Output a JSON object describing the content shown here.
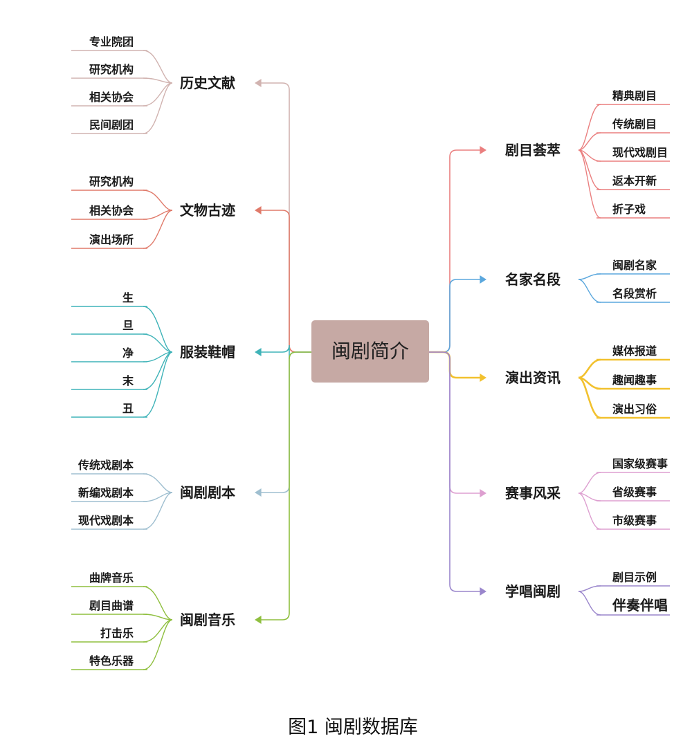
{
  "root": {
    "label": "闽剧简介",
    "color": "#c6a9a4"
  },
  "left_branches": [
    {
      "label": "历史文献",
      "color": "#d1b3b0",
      "items": [
        "专业院团",
        "研究机构",
        "相关协会",
        "民间剧团"
      ]
    },
    {
      "label": "文物古迹",
      "color": "#e07a6a",
      "items": [
        "研究机构",
        "相关协会",
        "演出场所"
      ]
    },
    {
      "label": "服装鞋帽",
      "color": "#3fb3b8",
      "items": [
        "生",
        "旦",
        "净",
        "末",
        "丑"
      ]
    },
    {
      "label": "闽剧剧本",
      "color": "#9fbfd0",
      "items": [
        "传统戏剧本",
        "新编戏剧本",
        "现代戏剧本"
      ]
    },
    {
      "label": "闽剧音乐",
      "color": "#8fbf3f",
      "items": [
        "曲牌音乐",
        "剧目曲谱",
        "打击乐",
        "特色乐器"
      ]
    }
  ],
  "right_branches": [
    {
      "label": "剧目荟萃",
      "color": "#ea7f7f",
      "items": [
        "精典剧目",
        "传统剧目",
        "现代戏剧目",
        "返本开新",
        "折子戏"
      ]
    },
    {
      "label": "名家名段",
      "color": "#5aa7dd",
      "items": [
        "闽剧名家",
        "名段赏析"
      ]
    },
    {
      "label": "演出资讯",
      "color": "#f2c12e",
      "items": [
        "媒体报道",
        "趣闻趣事",
        "演出习俗"
      ]
    },
    {
      "label": "赛事风采",
      "color": "#dd9fd0",
      "items": [
        "国家级赛事",
        "省级赛事",
        "市级赛事"
      ]
    },
    {
      "label": "学唱闽剧",
      "color": "#9a86cc",
      "items": [
        "剧目示例",
        "伴奏伴唱"
      ]
    }
  ],
  "caption": "图1  闽剧数据库"
}
